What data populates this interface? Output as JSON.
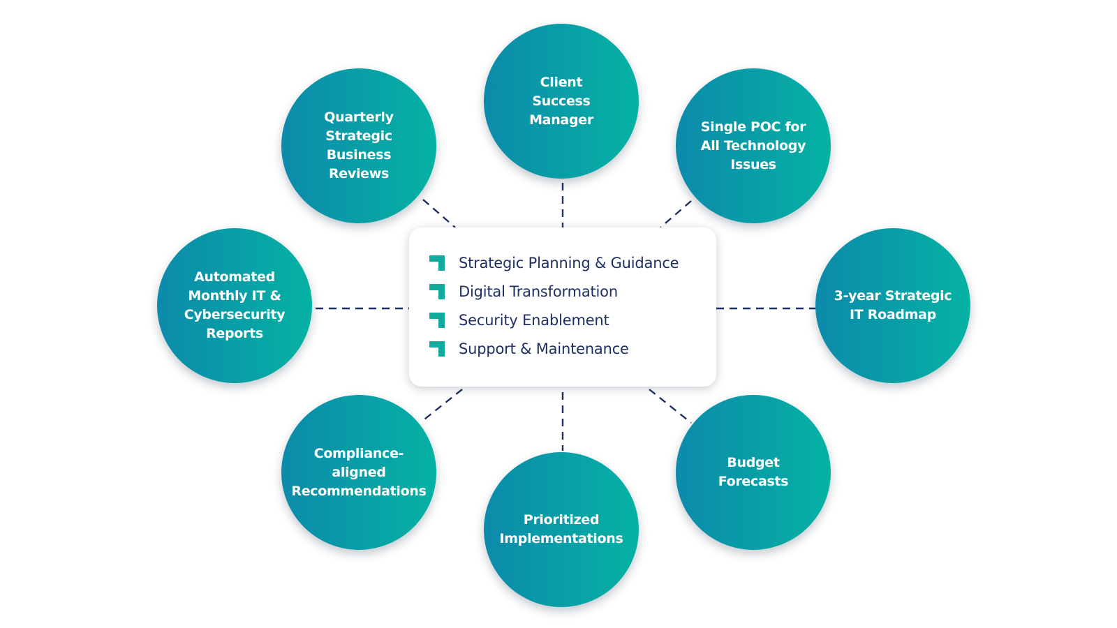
{
  "diagram": {
    "colors": {
      "node_gradient_start": "#0c8aaa",
      "node_gradient_end": "#05b2a3",
      "connector": "#1e2f63",
      "hub_text": "#1e2f63",
      "marker": "#10ab9f"
    },
    "hub": {
      "items": [
        {
          "label": "Strategic Planning & Guidance",
          "icon": "corner-bracket-icon"
        },
        {
          "label": "Digital Transformation",
          "icon": "corner-bracket-icon"
        },
        {
          "label": "Security Enablement",
          "icon": "corner-bracket-icon"
        },
        {
          "label": "Support & Maintenance",
          "icon": "corner-bracket-icon"
        }
      ]
    },
    "nodes": [
      {
        "label": "Client\nSuccess\nManager"
      },
      {
        "label": "Single POC for\nAll Technology\nIssues"
      },
      {
        "label": "3-year Strategic\nIT Roadmap"
      },
      {
        "label": "Budget\nForecasts"
      },
      {
        "label": "Prioritized\nImplementations"
      },
      {
        "label": "Compliance-\naligned\nRecommendations"
      },
      {
        "label": "Automated\nMonthly IT &\nCybersecurity\nReports"
      },
      {
        "label": "Quarterly\nStrategic\nBusiness\nReviews"
      }
    ]
  }
}
